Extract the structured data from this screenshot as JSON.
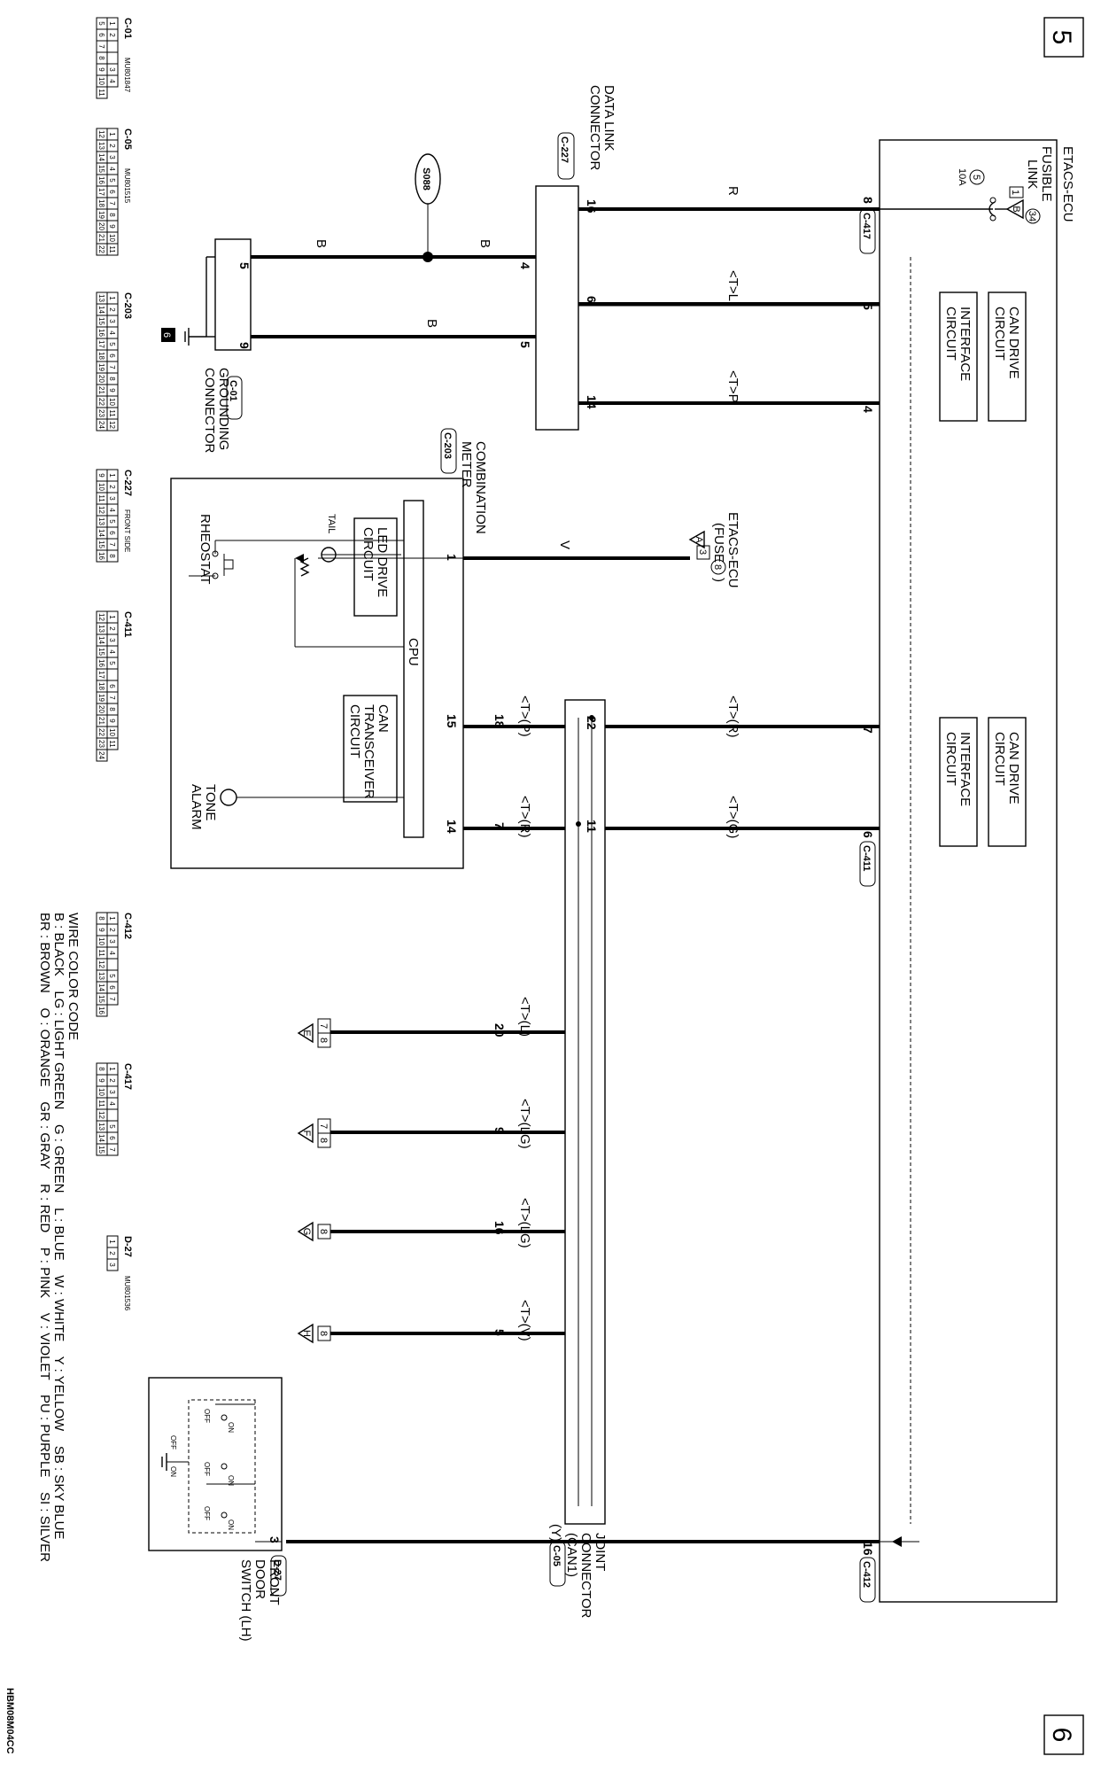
{
  "page": {
    "left_number": "5",
    "right_number": "6",
    "figure_code": "HBM08M04CC"
  },
  "ecu": {
    "name": "ETACS-ECU"
  },
  "fusible_link": {
    "line1": "FUSIBLE",
    "line2": "LINK",
    "num": "34",
    "tri": "B",
    "box": "1",
    "fuse_num": "5",
    "fuse_rating": "10A"
  },
  "can_upper": {
    "drive": [
      "CAN DRIVE",
      "CIRCUIT"
    ],
    "iface": [
      "INTERFACE",
      "CIRCUIT"
    ]
  },
  "can_lower": {
    "drive": [
      "CAN DRIVE",
      "CIRCUIT"
    ],
    "iface": [
      "INTERFACE",
      "CIRCUIT"
    ]
  },
  "data_link": {
    "name": [
      "DATA LINK",
      "CONNECTOR"
    ],
    "id": "C-227"
  },
  "combination_meter": {
    "name": "COMBINATION",
    "name2": "METER",
    "id": "C-203"
  },
  "grounding": {
    "name": [
      "GROUNDING",
      "CONNECTOR"
    ],
    "id": "C-01",
    "ground_no": "6"
  },
  "splice": "S088",
  "joint": {
    "name": [
      "JOINT",
      "CONNECTOR",
      "(CAN1)"
    ],
    "id": "C-05"
  },
  "etacs_fuse": {
    "line1": "ETACS-ECU",
    "line2": "(FUSE",
    "num": "8",
    "close": ")",
    "box": "3",
    "tri": "A"
  },
  "meter_parts": {
    "tail": "TAIL",
    "led": [
      "LED DRIVE",
      "CIRCUIT"
    ],
    "cpu": "CPU",
    "rheostat": "RHEOSTAT",
    "can_tx": [
      "CAN",
      "TRANSCEIVER",
      "CIRCUIT"
    ],
    "tone": [
      "TONE",
      "ALARM"
    ]
  },
  "door_switch": {
    "name": [
      "FRONT",
      "DOOR",
      "SWITCH (LH)"
    ],
    "id": "D-27",
    "off": "OFF",
    "on": "ON"
  },
  "wires": {
    "r": "R",
    "tl": "<T>L",
    "tp": "<T>P",
    "b": "B",
    "v": "V",
    "tr": "<T>(R)",
    "tg": "<T>(G)",
    "tpp": "<T>(P)",
    "tl2": "<T>(L)",
    "tlg": "<T>(LG)",
    "tv": "<T>(V)",
    "y": "(Y)"
  },
  "pins": {
    "p8": "8",
    "p16": "16",
    "p5": "5",
    "p4": "4",
    "p9": "9",
    "p6": "6",
    "p14": "14",
    "p1": "1",
    "p7": "7",
    "p22": "22",
    "p11": "11",
    "p15": "15",
    "p18": "18",
    "p20": "20",
    "p3": "3"
  },
  "conn_labels": {
    "c417": "C-417",
    "c411": "C-411",
    "c412": "C-412"
  },
  "offpage": [
    {
      "num": "7",
      "num2": "8",
      "tri": "E"
    },
    {
      "num": "7",
      "num2": "8",
      "tri": "F"
    },
    {
      "num": "8",
      "num2": "",
      "tri": "G"
    },
    {
      "num": "8",
      "num2": "",
      "tri": "H"
    }
  ],
  "legend": {
    "title": "WIRE COLOR CODE",
    "row1": "B : BLACK    LG : LIGHT GREEN    G : GREEN    L : BLUE    W : WHITE    Y : YELLOW    SB : SKY BLUE",
    "row2": "BR : BROWN    O : ORANGE    GR : GRAY    R : RED    P : PINK    V : VIOLET    PU : PURPLE    SI : SILVER"
  },
  "faces": [
    {
      "id": "C-01",
      "code": "MU801847",
      "rows": [
        [
          "1",
          "2",
          "",
          "",
          "3",
          "4"
        ],
        [
          "5",
          "6",
          "7",
          "8",
          "9",
          "10",
          "11"
        ]
      ]
    },
    {
      "id": "C-05",
      "code": "MU801515",
      "rows": [
        [
          "1",
          "2",
          "3",
          "4",
          "5",
          "6",
          "7",
          "8",
          "9",
          "10",
          "11"
        ],
        [
          "12",
          "13",
          "14",
          "15",
          "16",
          "17",
          "18",
          "19",
          "20",
          "21",
          "22"
        ]
      ]
    },
    {
      "id": "C-203",
      "code": "",
      "rows": [
        [
          "1",
          "2",
          "3",
          "4",
          "5",
          "6",
          "7",
          "8",
          "9",
          "10",
          "11",
          "12"
        ],
        [
          "13",
          "14",
          "15",
          "16",
          "17",
          "18",
          "19",
          "20",
          "21",
          "22",
          "23",
          "24"
        ]
      ]
    },
    {
      "id": "C-227",
      "code": "FRONT SIDE",
      "rows": [
        [
          "1",
          "2",
          "3",
          "4",
          "5",
          "6",
          "7",
          "8"
        ],
        [
          "9",
          "10",
          "11",
          "12",
          "13",
          "14",
          "15",
          "16"
        ]
      ]
    },
    {
      "id": "C-411",
      "code": "",
      "rows": [
        [
          "1",
          "2",
          "3",
          "4",
          "5",
          "",
          "6",
          "7",
          "8",
          "9",
          "10",
          "11"
        ],
        [
          "12",
          "13",
          "14",
          "15",
          "16",
          "17",
          "18",
          "19",
          "20",
          "21",
          "22",
          "23",
          "24"
        ]
      ]
    },
    {
      "id": "C-412",
      "code": "",
      "rows": [
        [
          "1",
          "2",
          "3",
          "4",
          "",
          "5",
          "6",
          "7"
        ],
        [
          "8",
          "9",
          "10",
          "11",
          "12",
          "13",
          "14",
          "15",
          "16"
        ]
      ]
    },
    {
      "id": "C-417",
      "code": "",
      "rows": [
        [
          "1",
          "2",
          "3",
          "4",
          "",
          "5",
          "6",
          "7"
        ],
        [
          "8",
          "9",
          "10",
          "11",
          "12",
          "13",
          "14",
          "15"
        ]
      ]
    },
    {
      "id": "D-27",
      "code": "MU801536",
      "rows": [
        [
          "1",
          "2",
          "3"
        ]
      ]
    }
  ]
}
